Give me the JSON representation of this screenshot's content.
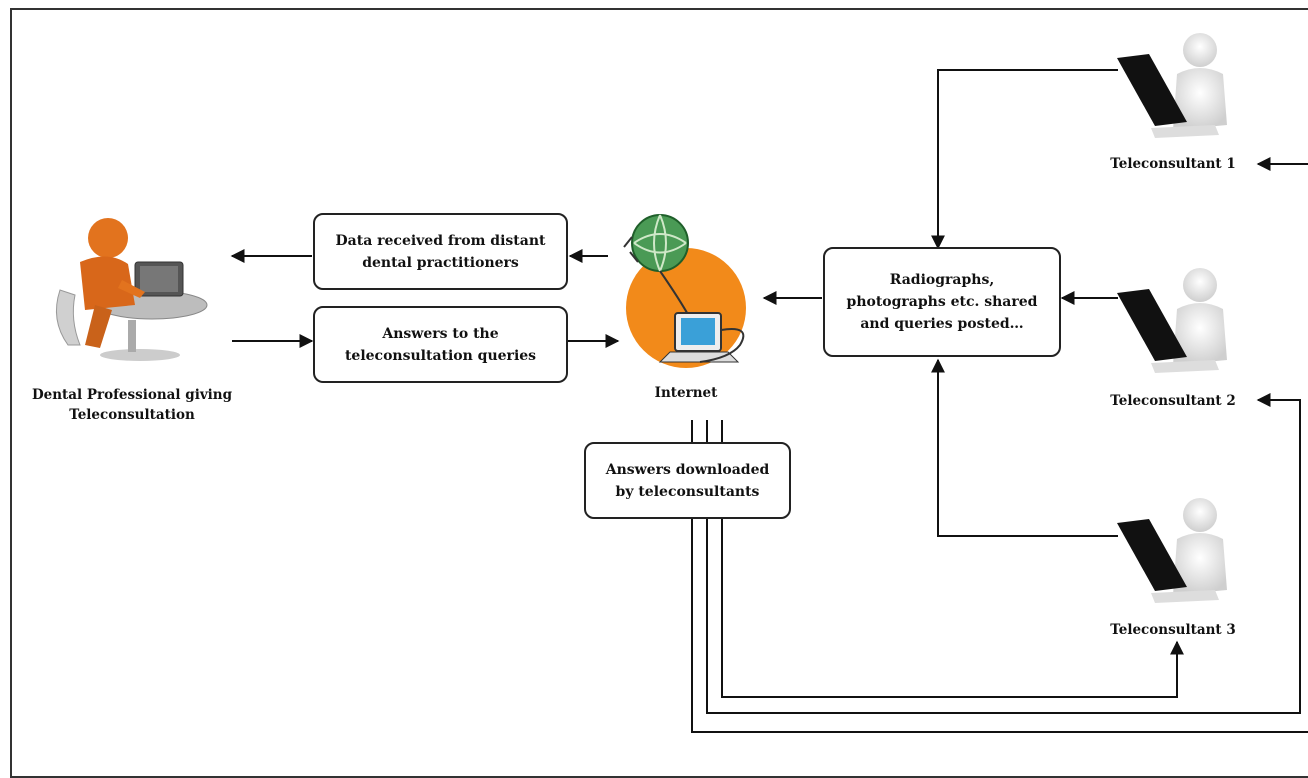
{
  "dental_professional": {
    "label_line1": "Dental Professional giving",
    "label_line2": "Teleconsultation"
  },
  "internet": {
    "label": "Internet"
  },
  "boxes": {
    "data_received": {
      "line1": "Data received from distant",
      "line2": "dental practitioners"
    },
    "answers_queries": {
      "line1": "Answers to the",
      "line2": "teleconsultation queries"
    },
    "shared": {
      "line1": "Radiographs,",
      "line2": "photographs etc. shared",
      "line3": "and queries posted…"
    },
    "answers_downloaded": {
      "line1": "Answers downloaded",
      "line2": "by teleconsultants"
    }
  },
  "teleconsultants": [
    {
      "label": "Teleconsultant 1"
    },
    {
      "label": "Teleconsultant 2"
    },
    {
      "label": "Teleconsultant 3"
    }
  ],
  "colors": {
    "figure_orange": "#e2731e",
    "internet_circle": "#f28a1a",
    "globe_green": "#4a9a55",
    "monitor_blue": "#3aa0d8",
    "stroke": "#111111"
  }
}
